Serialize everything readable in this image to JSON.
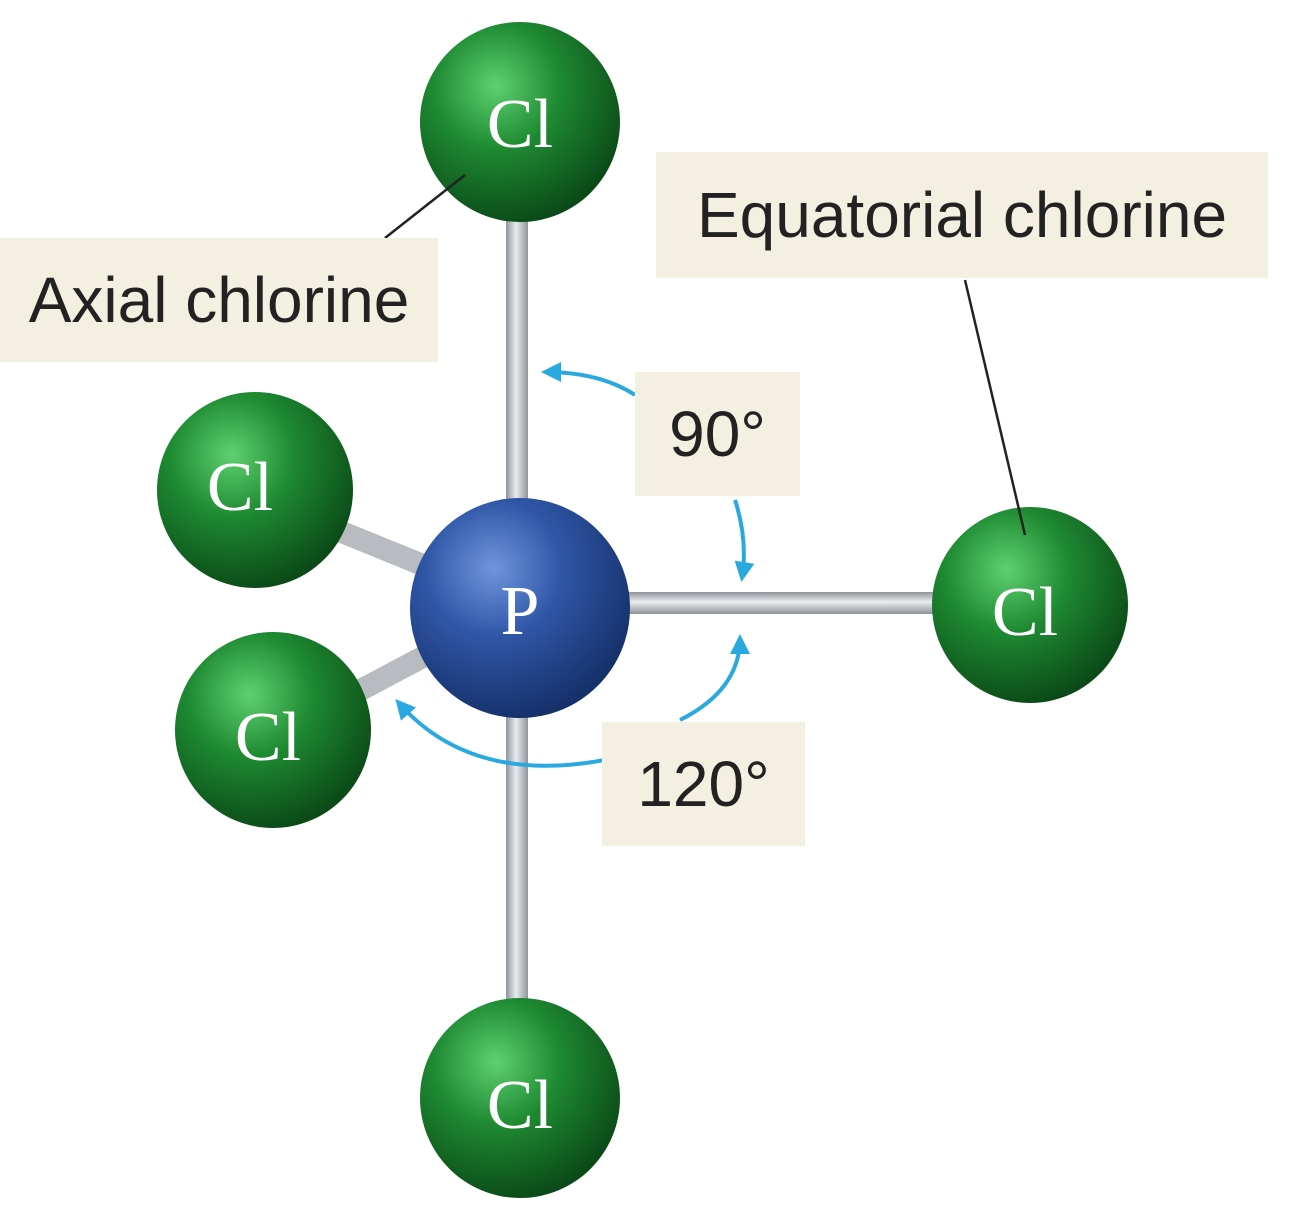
{
  "labels": {
    "axial": "Axial chlorine",
    "equatorial": "Equatorial chlorine",
    "angle_90": "90°",
    "angle_120": "120°"
  },
  "atoms": {
    "central": "P",
    "ligand": "Cl"
  },
  "colors": {
    "chlorine": "#1e8a32",
    "phosphorus": "#2f56a6",
    "bond": "#c8ccd0",
    "arrow": "#29a9e0",
    "label_bg": "#f3f0e1"
  }
}
